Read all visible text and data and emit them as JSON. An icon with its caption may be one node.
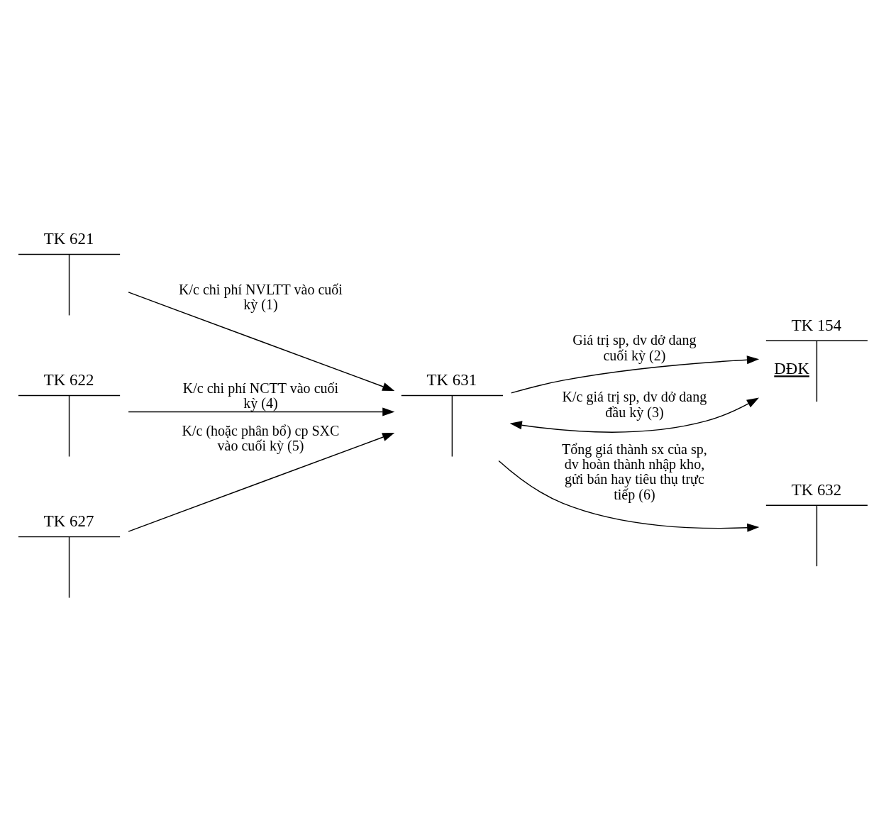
{
  "diagram": {
    "nodes": [
      {
        "text": [
          "TK 621"
        ]
      },
      {
        "text": [
          "TK 631"
        ]
      },
      {
        "text": [
          "TK 154",
          "DĐK"
        ]
      },
      {
        "text": [
          "TK 622"
        ]
      },
      {
        "text": [
          "TK 627"
        ]
      },
      {
        "text": [
          "TK 632"
        ]
      }
    ],
    "edges": [
      {
        "from": 0,
        "to": 1,
        "arrow": "to",
        "label": "K/c chi phí NVLTT vào cuối kỳ (1)"
      },
      {
        "from": 1,
        "to": 2,
        "arrow": "to",
        "label": "Giá trị sp, dv dở dang cuối kỳ (2)"
      },
      {
        "from": 2,
        "to": 1,
        "arrow": "both",
        "label": "K/c giá trị sp, dv dở dang đầu kỳ (3)"
      },
      {
        "from": 3,
        "to": 1,
        "arrow": "to",
        "label": "K/c chi phí NCTT vào cuối kỳ (4)"
      },
      {
        "from": 4,
        "to": 1,
        "arrow": "to",
        "label": "K/c (hoặc phân bổ) cp SXC vào cuối kỳ (5)"
      },
      {
        "from": 1,
        "to": 5,
        "arrow": "to",
        "label": "Tổng giá thành sx của sp, dv hoàn thành nhập kho, gửi bán hay tiêu thụ trực tiếp (6)"
      }
    ]
  }
}
